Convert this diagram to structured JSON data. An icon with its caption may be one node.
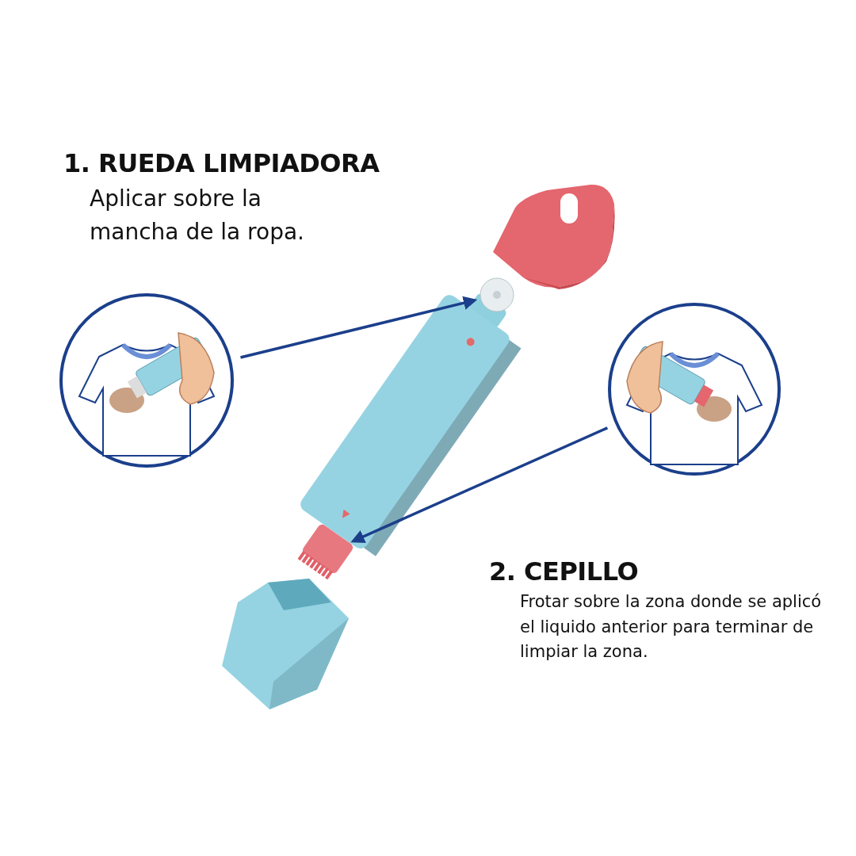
{
  "diagram": {
    "nodes": [
      {
        "text": [],
        "shape": "picture"
      },
      {
        "text": [],
        "shape": "circle"
      },
      {
        "text": [],
        "shape": "picture"
      },
      {
        "text": [],
        "shape": "bar"
      }
    ],
    "edges": [
      {
        "from": 0,
        "to": 1,
        "arrow": "to"
      },
      {
        "from": 2,
        "to": 3,
        "arrow": "to"
      }
    ],
    "labels": [
      "1. RUEDA LIMPIADORA",
      "Aplicar sobre la mancha de la ropa.",
      "2. CEPILLO",
      "Frotar sobre la zona donde se aplicó el liquido anterior para terminar de limpiar la zona."
    ]
  }
}
